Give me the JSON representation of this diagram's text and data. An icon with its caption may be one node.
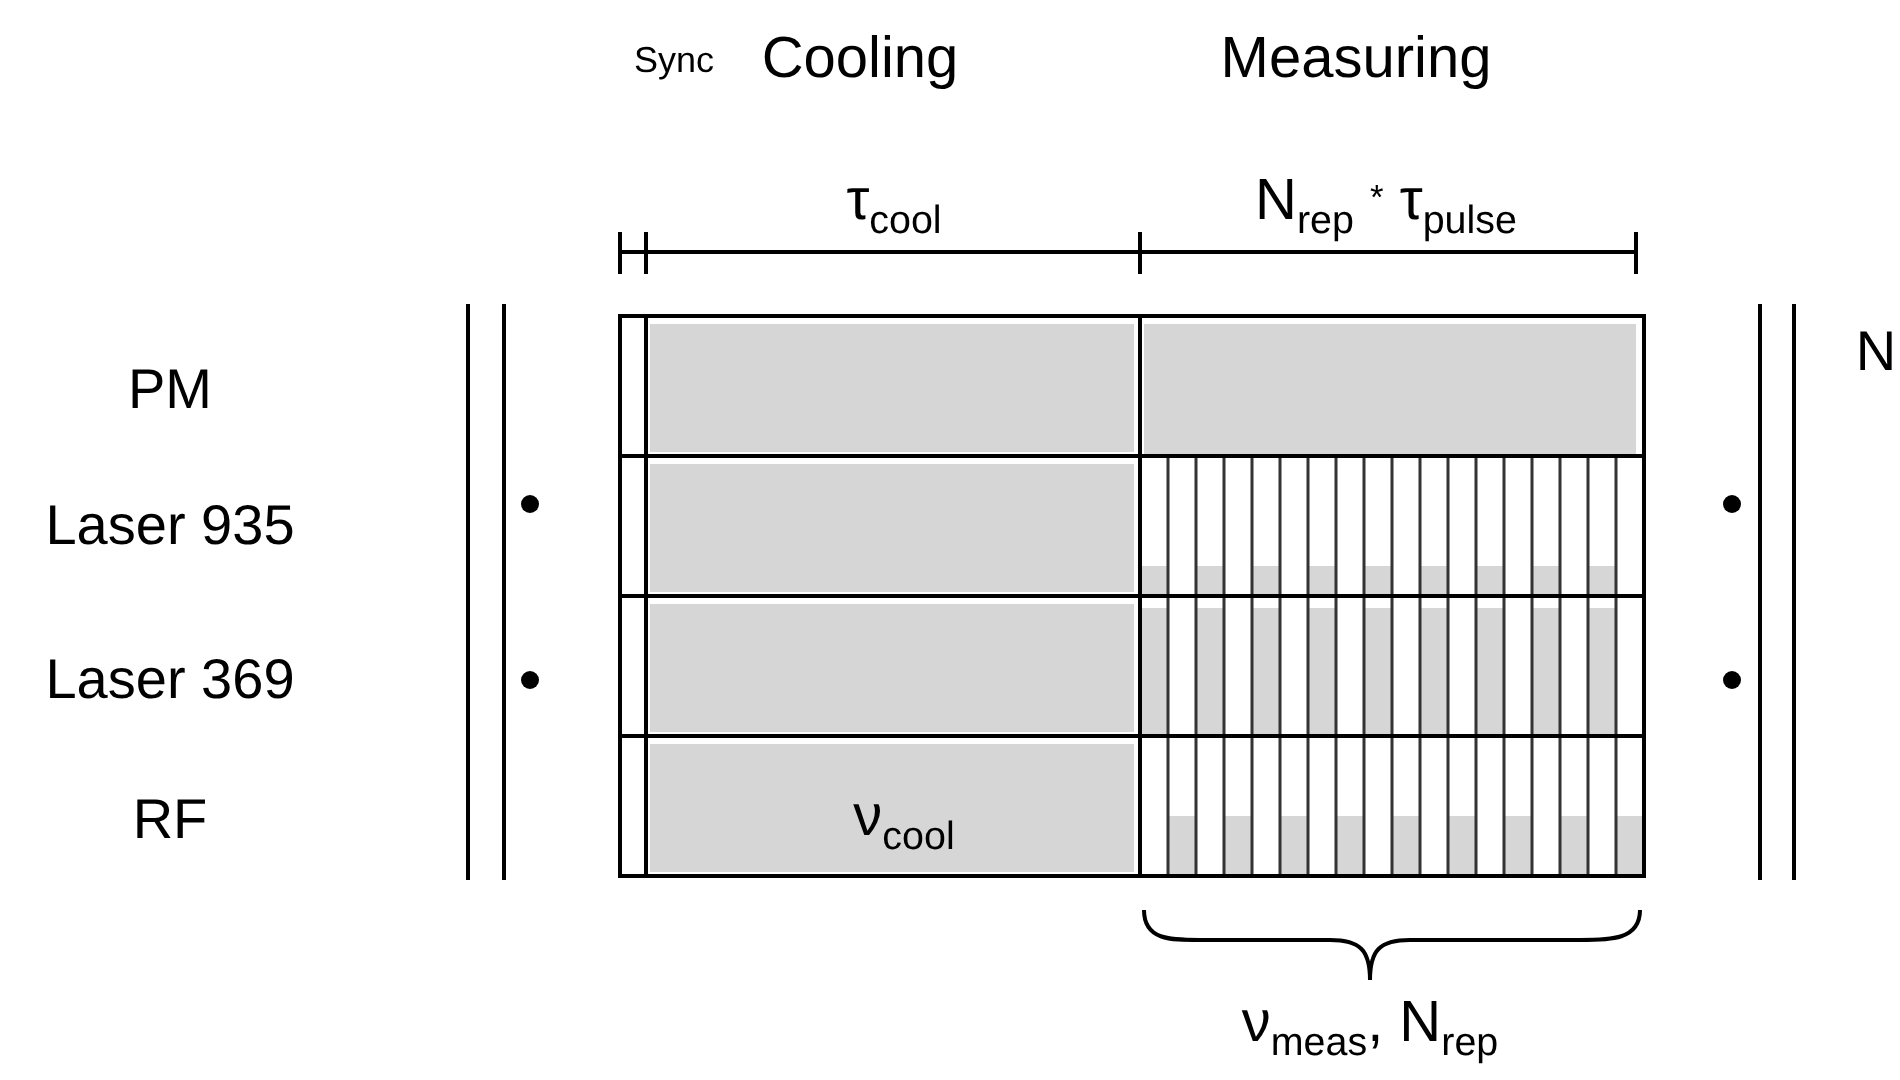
{
  "diagram": {
    "labels": [
      "Sync",
      "Cooling",
      "Measuring",
      "τ$_{cool}$",
      "N$_{rep}$ $^{*}$ τ$_{pulse}$",
      "PM",
      "Laser 935",
      "Laser 369",
      "RF",
      "N",
      "ν$_{cool}$",
      "ν$_{meas}$, N$_{rep}$"
    ]
  }
}
